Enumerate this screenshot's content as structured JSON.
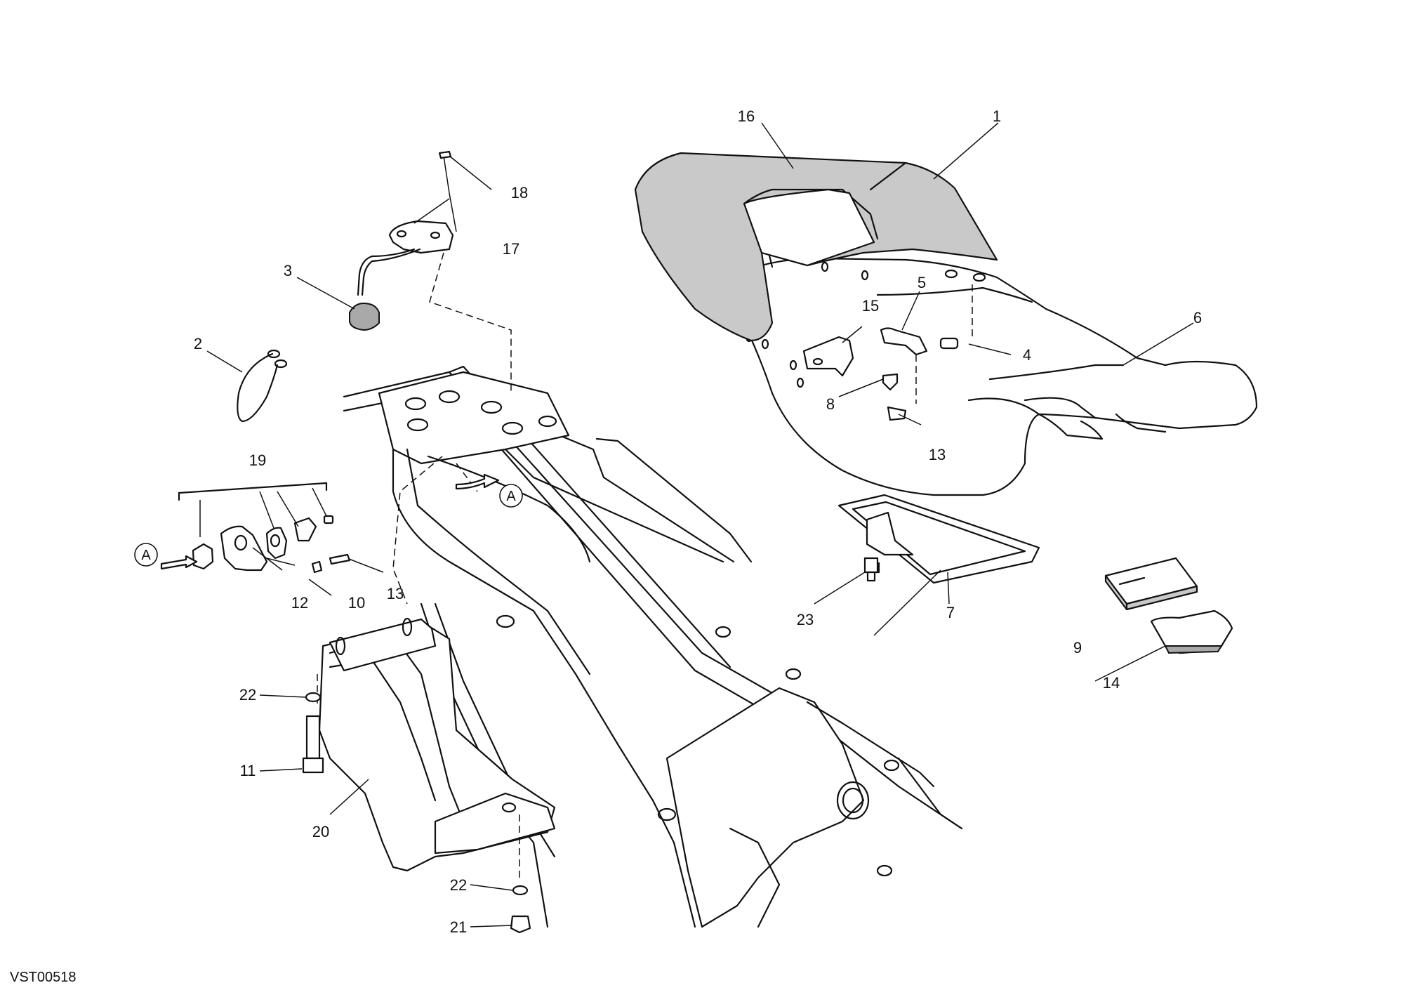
{
  "drawing": {
    "reference_code": "VST00518",
    "section_marker": "A"
  },
  "callouts": [
    {
      "id": "c1",
      "label": "1"
    },
    {
      "id": "c2",
      "label": "2"
    },
    {
      "id": "c3",
      "label": "3"
    },
    {
      "id": "c4",
      "label": "4"
    },
    {
      "id": "c5",
      "label": "5"
    },
    {
      "id": "c6",
      "label": "6"
    },
    {
      "id": "c7",
      "label": "7"
    },
    {
      "id": "c8",
      "label": "8"
    },
    {
      "id": "c9",
      "label": "9"
    },
    {
      "id": "c10",
      "label": "10"
    },
    {
      "id": "c11",
      "label": "11"
    },
    {
      "id": "c12",
      "label": "12"
    },
    {
      "id": "c13a",
      "label": "13"
    },
    {
      "id": "c13b",
      "label": "13"
    },
    {
      "id": "c14",
      "label": "14"
    },
    {
      "id": "c15",
      "label": "15"
    },
    {
      "id": "c16",
      "label": "16"
    },
    {
      "id": "c17",
      "label": "17"
    },
    {
      "id": "c18",
      "label": "18"
    },
    {
      "id": "c19",
      "label": "19"
    },
    {
      "id": "c20",
      "label": "20"
    },
    {
      "id": "c21",
      "label": "21"
    },
    {
      "id": "c22a",
      "label": "22"
    },
    {
      "id": "c22b",
      "label": "22"
    },
    {
      "id": "c23",
      "label": "23"
    }
  ]
}
